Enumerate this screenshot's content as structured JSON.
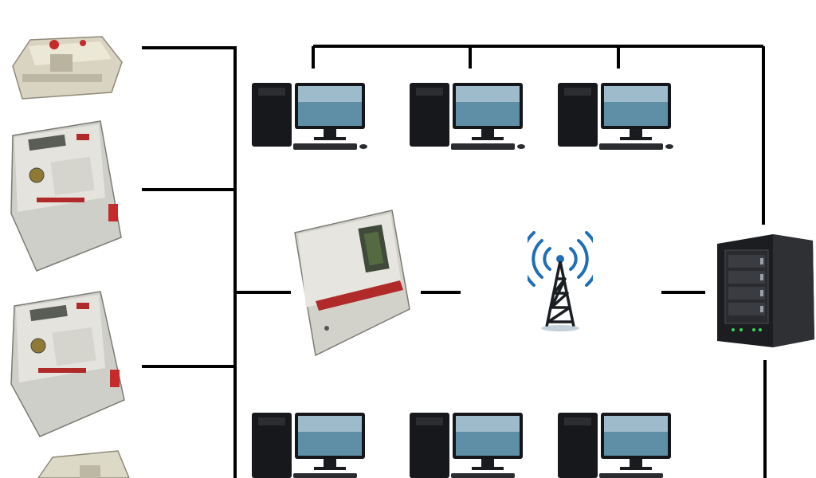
{
  "diagram": {
    "background": "#ffffff",
    "line_color": "#000000",
    "nodes": [
      {
        "id": "meter-module-top",
        "icon": "electric-meter-module-icon"
      },
      {
        "id": "meter-1",
        "icon": "electricity-meter-icon"
      },
      {
        "id": "meter-2",
        "icon": "electricity-meter-icon"
      },
      {
        "id": "meter-module-bottom",
        "icon": "electric-meter-module-icon"
      },
      {
        "id": "data-concentrator",
        "icon": "data-concentrator-meter-icon"
      },
      {
        "id": "radio-tower",
        "icon": "wireless-tower-icon",
        "color": "#1f6fb8"
      },
      {
        "id": "server",
        "icon": "server-tower-icon"
      },
      {
        "id": "pc-top-1",
        "icon": "desktop-computer-icon"
      },
      {
        "id": "pc-top-2",
        "icon": "desktop-computer-icon"
      },
      {
        "id": "pc-top-3",
        "icon": "desktop-computer-icon"
      },
      {
        "id": "pc-bottom-1",
        "icon": "desktop-computer-icon"
      },
      {
        "id": "pc-bottom-2",
        "icon": "desktop-computer-icon"
      },
      {
        "id": "pc-bottom-3",
        "icon": "desktop-computer-icon"
      }
    ],
    "meter_brand_color": "#b02a2a",
    "monitor_screen_color": "#5f8fa6"
  }
}
